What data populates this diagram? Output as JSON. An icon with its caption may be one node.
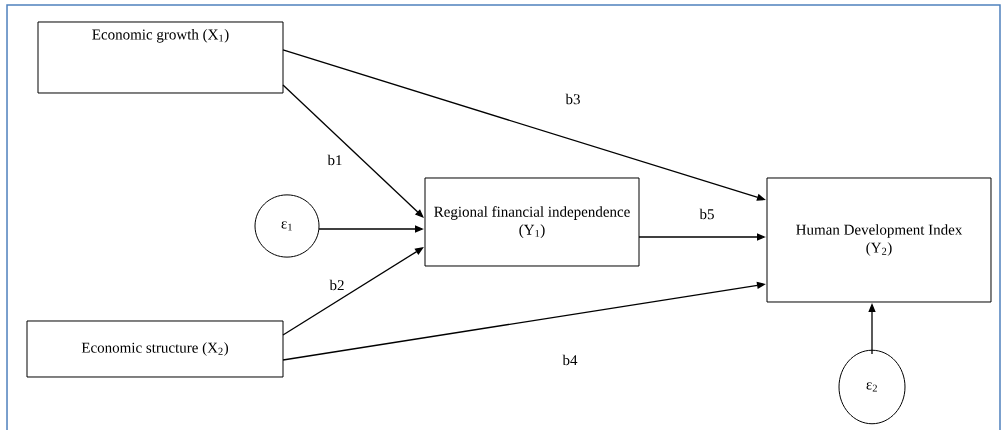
{
  "diagram": {
    "nodes": [
      {
        "text": [
          "Economic growth (X$_{1}$)"
        ]
      },
      {
        "text": [
          "Economic structure (X$_{2}$)"
        ]
      },
      {
        "text": [
          "ε$_{1}$"
        ]
      },
      {
        "text": [
          "Regional financial independence (Y$_{1}$)"
        ]
      },
      {
        "text": [
          "Human Development Index (Y$_{2}$)"
        ]
      },
      {
        "text": [
          "ε$_{2}$"
        ]
      }
    ],
    "edges": [
      {
        "from": 0,
        "to": 3,
        "arrow": "to",
        "label": "b1"
      },
      {
        "from": 2,
        "to": 3,
        "arrow": "to"
      },
      {
        "from": 1,
        "to": 3,
        "arrow": "to",
        "label": "b2"
      },
      {
        "from": 0,
        "to": 4,
        "arrow": "to",
        "label": "b3"
      },
      {
        "from": 3,
        "to": 4,
        "arrow": "to",
        "label": "b5"
      },
      {
        "from": 1,
        "to": 4,
        "arrow": "to",
        "label": "b4"
      },
      {
        "from": 5,
        "to": 4,
        "arrow": "to"
      }
    ]
  }
}
